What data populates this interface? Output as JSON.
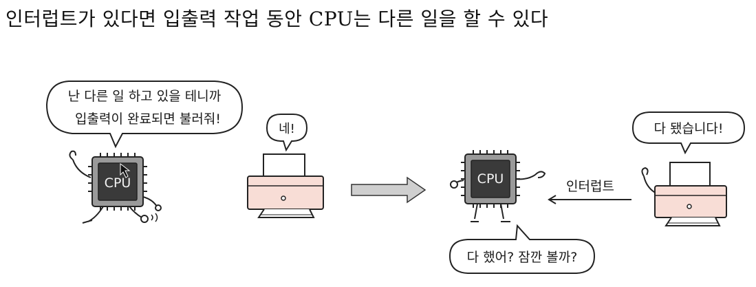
{
  "title": "인터럽트가 있다면 입출력 작업 동안 CPU는 다른 일을 할 수 있다",
  "left_scene": {
    "cpu_speech": {
      "line1": "난 다른 일 하고 있을 테니까",
      "line2": "입출력이 완료되면 불러줘!"
    },
    "cpu_label": "CPU",
    "printer_speech": "네!"
  },
  "right_scene": {
    "cpu_label": "CPU",
    "printer_speech": "다 됐습니다!",
    "arrow_label": "인터럽트",
    "cpu_speech": "다 했어? 잠깐 볼까?"
  },
  "colors": {
    "cpu_body": "#9a9a9a",
    "cpu_screen": "#3a3a3a",
    "printer_body": "#f8ddd6",
    "big_arrow": "#cfcfcf",
    "line": "#222222"
  }
}
